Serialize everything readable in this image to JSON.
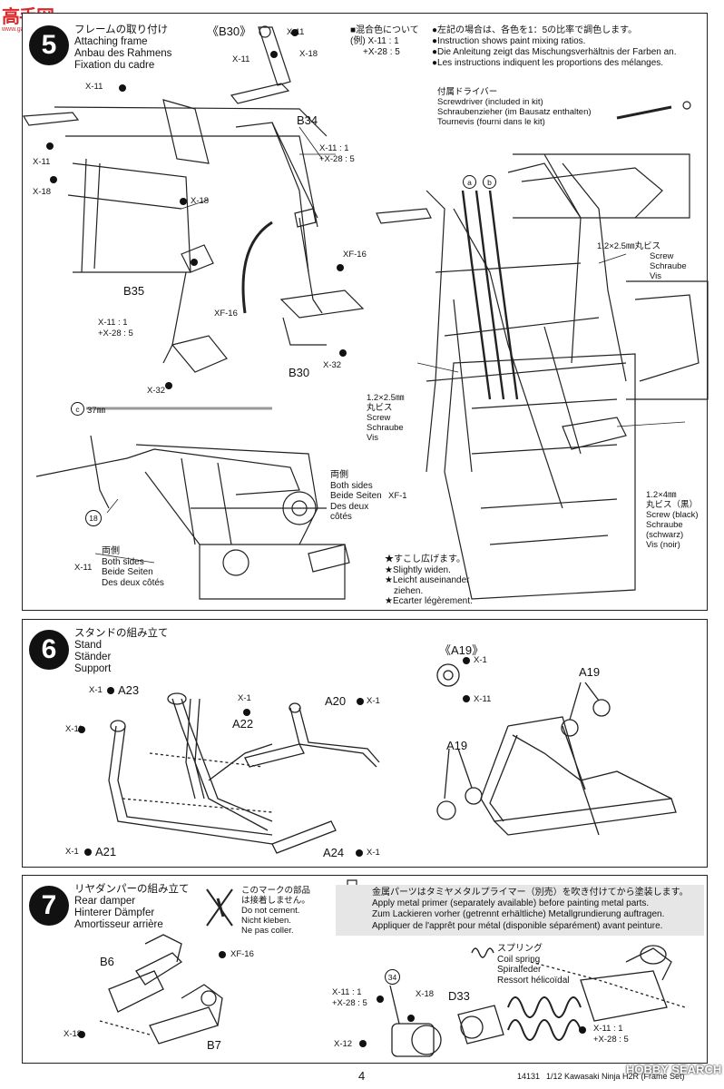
{
  "watermark_top": {
    "logo_text": "高手网",
    "url": "www.gaoshou.net"
  },
  "step5": {
    "number": "5",
    "title_jp": "フレームの取り付け",
    "title_en": "Attaching frame",
    "title_de": "Anbau des Rahmens",
    "title_fr": "Fixation du cadre",
    "sub_ref": "《B30》",
    "mix_legend": {
      "jp": "■混合色について",
      "example": "(例)  X-11 : 1",
      "example2": "+X-28 : 5",
      "notes": [
        "●左記の場合は、各色を1：5の比率で調色します。",
        "●Instruction shows paint mixing ratios.",
        "●Die Anleitung zeigt das Mischungsverhältnis der Farben an.",
        "●Les instructions indiquent les proportions des mélanges."
      ]
    },
    "screwdriver": {
      "jp": "付属ドライバー",
      "en": "Screwdriver (included in kit)",
      "de": "Schraubenzieher (im Bausatz enthalten)",
      "fr": "Tournevis (fourni dans le kit)"
    },
    "labels": {
      "b34": "B34",
      "b35": "B35",
      "b30": "B30",
      "x11": "X-11",
      "x18": "X-18",
      "x32": "X-32",
      "xf16": "XF-16",
      "xf1": "XF-1",
      "mix1": "X-11 : 1",
      "mix2": "+X-28 : 5",
      "a": "a",
      "b": "b",
      "c": "c",
      "c_len": "37㎜",
      "n18": "18"
    },
    "screw1": {
      "jp": "1.2×2.5㎜丸ビス",
      "en": "Screw",
      "de": "Schraube",
      "fr": "Vis"
    },
    "screw2": {
      "size": "1.2×2.5㎜",
      "jp": "丸ビス",
      "en": "Screw",
      "de": "Schraube",
      "fr": "Vis"
    },
    "screw3": {
      "size": "1.2×4㎜",
      "jp": "丸ビス（黒）",
      "en": "Screw (black)",
      "de": "Schraube",
      "de2": "(schwarz)",
      "fr": "Vis (noir)"
    },
    "both_sides_1": {
      "jp": "両側",
      "en": "Both sides",
      "de": "Beide Seiten",
      "fr": "Des deux",
      "fr2": "côtés"
    },
    "both_sides_2": {
      "jp": "両側",
      "en": "Both sides",
      "de": "Beide Seiten",
      "fr": "Des deux côtés"
    },
    "widen": {
      "jp": "★すこし広げます。",
      "en": "★Slightly widen.",
      "de": "★Leicht auseinander",
      "de2": "ziehen.",
      "fr": "★Ecarter légèrement."
    }
  },
  "step6": {
    "number": "6",
    "title_jp": "スタンドの組み立て",
    "title_en": "Stand",
    "title_de": "Ständer",
    "title_fr": "Support",
    "sub_ref": "《A19》",
    "labels": {
      "a23": "A23",
      "a22": "A22",
      "a20": "A20",
      "a21": "A21",
      "a24": "A24",
      "a19": "A19",
      "x1": "X-1",
      "x11": "X-11"
    }
  },
  "step7": {
    "number": "7",
    "title_jp": "リヤダンパーの組み立て",
    "title_en": "Rear damper",
    "title_de": "Hinterer Dämpfer",
    "title_fr": "Amortisseur arrière",
    "nocement": {
      "jp": "このマークの部品",
      "jp2": "は接着しません。",
      "en": "Do not cement.",
      "de": "Nicht kleben.",
      "fr": "Ne pas coller."
    },
    "primer": {
      "jp": "金属パーツはタミヤメタルプライマー（別売）を吹き付けてから塗装します。",
      "en": "Apply metal primer (separately available) before painting metal parts.",
      "de": "Zum Lackieren vorher (getrennt erhältliche) Metallgrundierung auftragen.",
      "fr": "Appliquer de l'apprêt pour métal (disponible séparément) avant peinture."
    },
    "spring": {
      "jp": "スプリング",
      "en": "Coil spring",
      "de": "Spiralfeder",
      "fr": "Ressort hélicoïdal"
    },
    "labels": {
      "b6": "B6",
      "b7": "B7",
      "d33": "D33",
      "n34": "34",
      "xf16": "XF-16",
      "x18": "X-18",
      "x12": "X-12",
      "mix1": "X-11 : 1",
      "mix2": "+X-28 : 5"
    }
  },
  "footer": {
    "page": "4",
    "code": "14131",
    "model": "1/12 Kawasaki Ninja H2R (Frame Set)",
    "watermark": "HOBBY SEARCH"
  }
}
